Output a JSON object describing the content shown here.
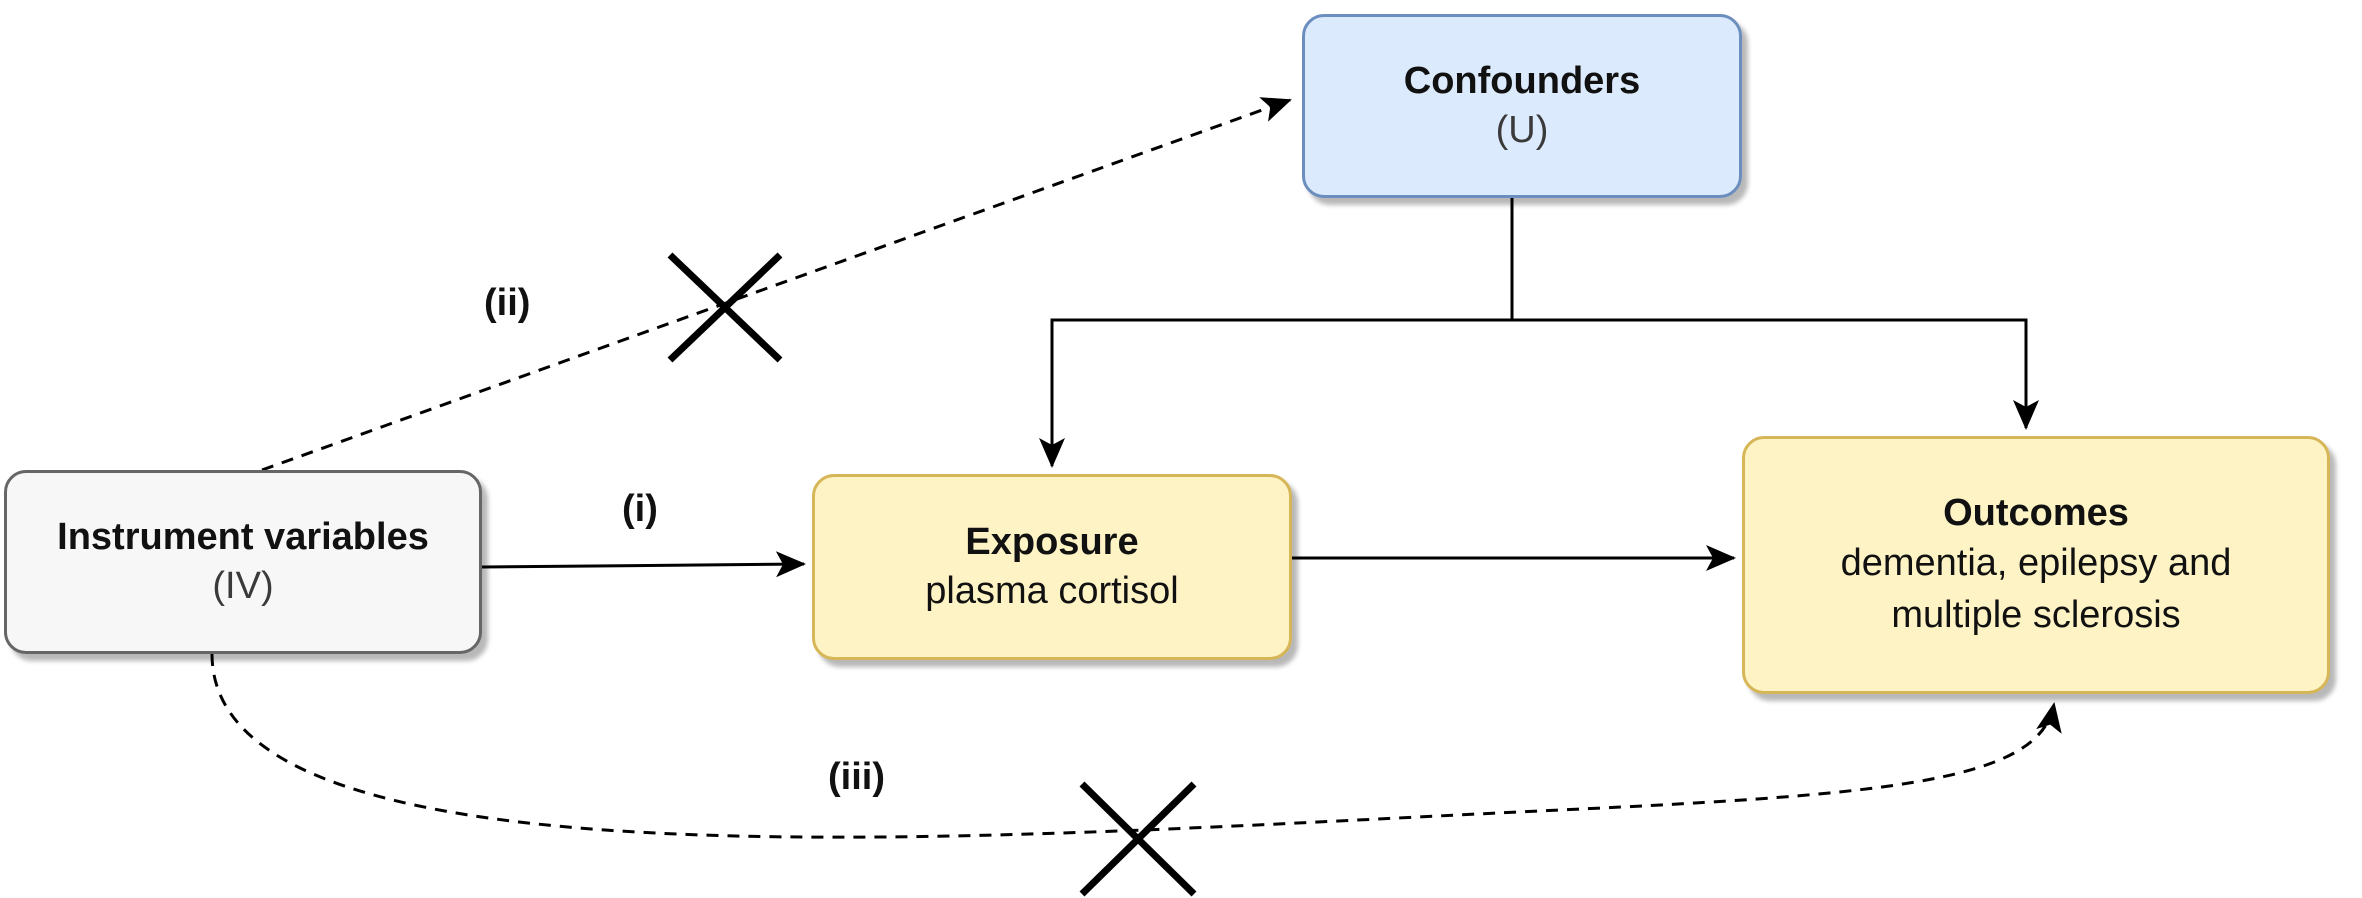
{
  "nodes": {
    "confounders": {
      "title": "Confounders",
      "sub": "(U)"
    },
    "iv": {
      "title": "Instrument variables",
      "sub": "(IV)"
    },
    "exposure": {
      "title": "Exposure",
      "sub": "plasma cortisol"
    },
    "outcomes": {
      "title": "Outcomes",
      "sub_line1": "dementia, epilepsy and",
      "sub_line2": "multiple sclerosis"
    }
  },
  "edges": {
    "i": "(i)",
    "ii": "(ii)",
    "iii": "(iii)"
  },
  "colors": {
    "confounders_fill": "#dbeafc",
    "confounders_border": "#6c8ebf",
    "iv_fill": "#f7f7f7",
    "iv_border": "#666666",
    "yellow_fill": "#fdf3c4",
    "yellow_border": "#d6b656",
    "line": "#000000"
  }
}
